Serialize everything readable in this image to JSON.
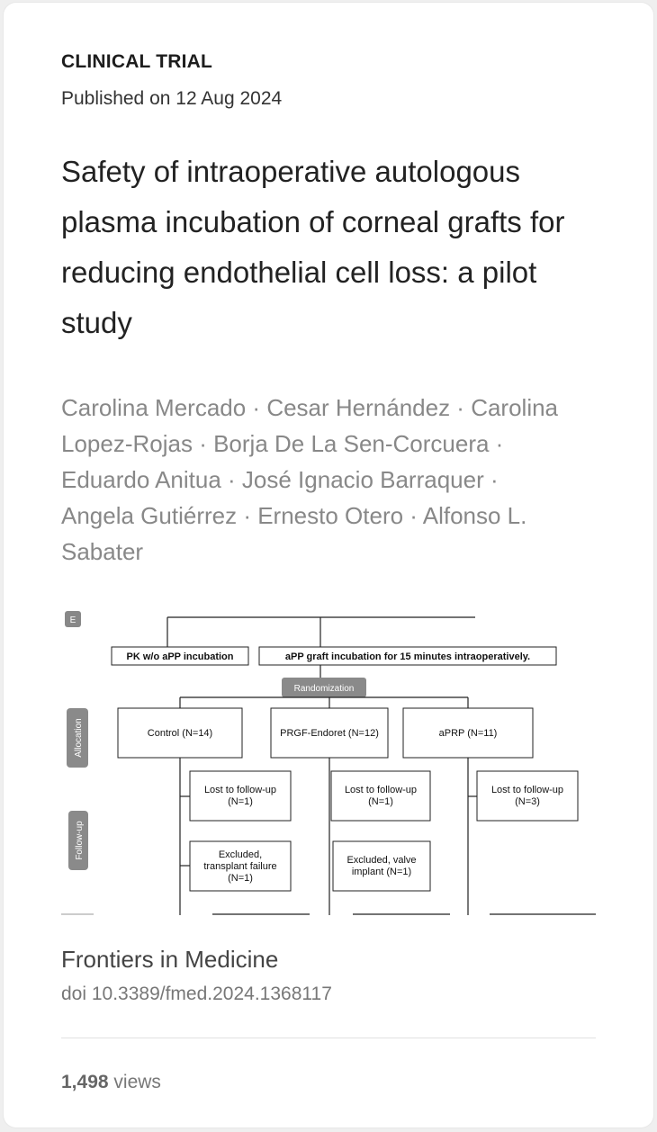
{
  "article": {
    "type": "CLINICAL TRIAL",
    "published": "Published on 12 Aug 2024",
    "title": "Safety of intraoperative autologous plasma incubation of corneal grafts for reducing endothelial cell loss: a pilot study",
    "authors": "Carolina Mercado · Cesar Hernández · Carolina Lopez-Rojas · Borja De La Sen-Corcuera · Eduardo Anitua · José Ignacio Barraquer · Angela Gutiérrez · Ernesto Otero · Alfonso L. Sabater",
    "journal": "Frontiers in Medicine",
    "doi": "doi 10.3389/fmed.2024.1368117",
    "views_count": "1,498",
    "views_label": "views"
  },
  "figure": {
    "top_left": "PK w/o aPP incubation",
    "top_right": "aPP graft incubation for 15 minutes intraoperatively.",
    "randomization": "Randomization",
    "side_allocation": "Allocation",
    "side_followup": "Follow-up",
    "side_top": "E",
    "groups": [
      "Control (N=14)",
      "PRGF-Endoret (N=12)",
      "aPRP (N=11)"
    ],
    "lost": [
      [
        "Lost to follow-up",
        "(N=1)"
      ],
      [
        "Lost to follow-up",
        "(N=1)"
      ],
      [
        "Lost to follow-up",
        "(N=3)"
      ]
    ],
    "excluded": [
      [
        "Excluded,",
        "transplant failure",
        "(N=1)"
      ],
      [
        "Excluded, valve",
        "implant (N=1)"
      ]
    ]
  }
}
